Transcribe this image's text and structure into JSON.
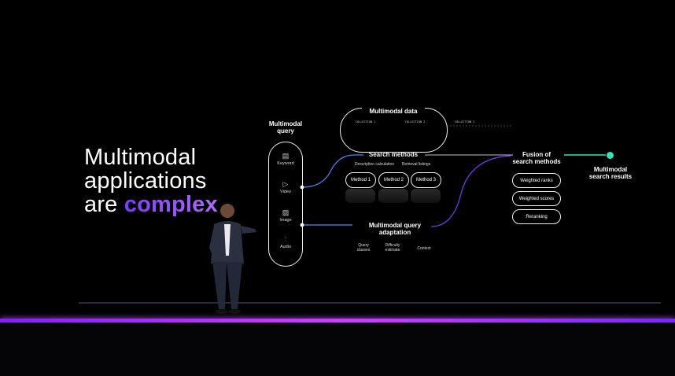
{
  "title": {
    "line1": "Multimodal",
    "line2": "applications",
    "line3_prefix": "are ",
    "line3_accent": "complex"
  },
  "query": {
    "heading": "Multimodal query",
    "items": [
      {
        "label": "Keyword",
        "icon": "document-icon"
      },
      {
        "label": "Video",
        "icon": "video-icon"
      },
      {
        "label": "Image",
        "icon": "image-icon"
      },
      {
        "label": "Audio",
        "icon": "audio-icon"
      }
    ]
  },
  "data": {
    "heading": "Multimodal data",
    "collections": [
      "COLLECTION 1",
      "COLLECTION 2",
      "COLLECTION 3"
    ]
  },
  "search": {
    "heading": "Search methods",
    "sub1": "Description calculation",
    "sub2": "Retrieval listings",
    "methods": [
      "Method 1",
      "Method 2",
      "Method 3"
    ]
  },
  "adapt": {
    "heading_line1": "Multimodal query",
    "heading_line2": "adaptation",
    "items": [
      "Query classes",
      "Difficulty estimate",
      "Context"
    ]
  },
  "fusion": {
    "heading_line1": "Fusion of",
    "heading_line2": "search methods",
    "items": [
      "Weighted ranks",
      "Weighted scores",
      "Reranking"
    ]
  },
  "results": {
    "line1": "Multimodal",
    "line2": "search results"
  },
  "colors": {
    "accent": "#8a3cff",
    "endpoint": "#2ee6b8",
    "stage": "#c23cff"
  }
}
